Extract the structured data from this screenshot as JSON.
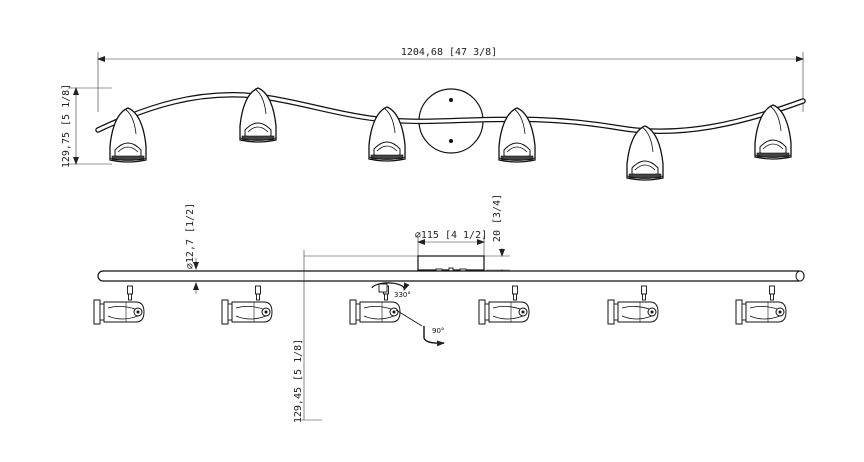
{
  "dimensions": {
    "overall_width": "1204,68 [47 3/8]",
    "front_height": "129,75 [5 1/8]",
    "canopy_diameter": "⌀115 [4 1/2]",
    "canopy_depth": "20 [3/4]",
    "bar_diameter": "⌀12,7 [1/2]",
    "side_height": "129,45 [5 1/8]"
  },
  "annotations": {
    "rotation_horizontal": "330°",
    "rotation_vertical": "90°"
  },
  "front_view": {
    "shade_count": 6
  },
  "side_view": {
    "head_count": 6
  }
}
